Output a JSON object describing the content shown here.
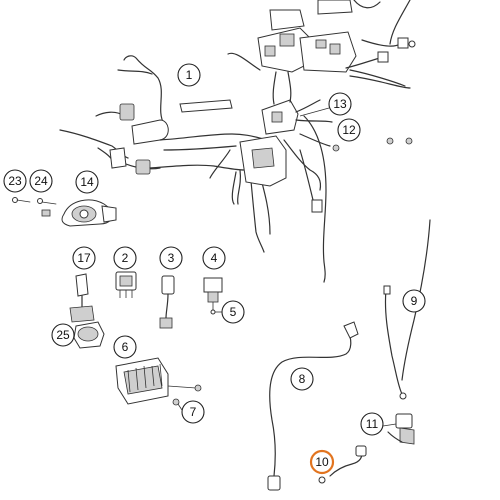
{
  "highlight_color": "#E2741F",
  "line_color": "#333333",
  "callouts": {
    "c1": "1",
    "c2": "2",
    "c3": "3",
    "c4": "4",
    "c5": "5",
    "c6": "6",
    "c7": "7",
    "c8": "8",
    "c9": "9",
    "c10": "10",
    "c11": "11",
    "c12": "12",
    "c13": "13",
    "c14": "14",
    "c17": "17",
    "c23": "23",
    "c24": "24",
    "c25": "25"
  },
  "highlighted_callout": "10",
  "parts": {
    "main-harness": "1",
    "relay": "2",
    "connector-3": "3",
    "connector-4": "4",
    "regulator": "6",
    "cable-8": "8",
    "cable-9": "9",
    "cable-10": "10",
    "sensor-11": "11",
    "horn": "14",
    "fuse-holder": "17",
    "relay-25": "25"
  }
}
